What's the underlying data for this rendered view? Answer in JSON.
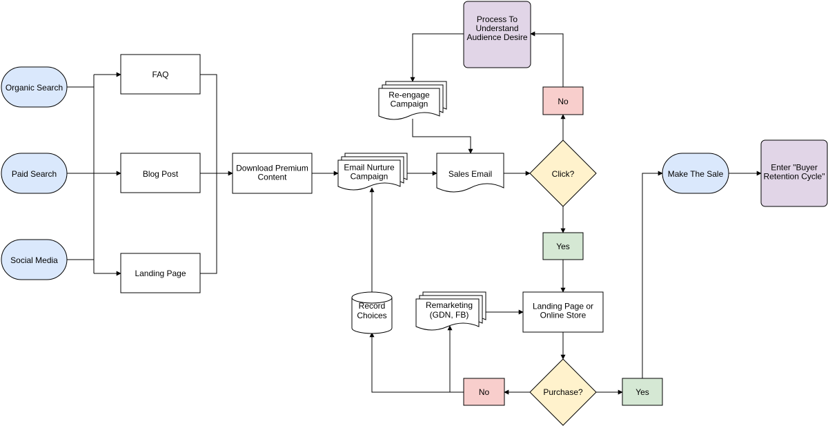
{
  "colors": {
    "stroke": "#000000",
    "terminal_fill": "#dae8fc",
    "terminal_stroke": "#6c8ebf",
    "process_fill": "#ffffff",
    "decision_fill": "#fff2cc",
    "decision_stroke": "#d6b656",
    "yes_fill": "#d5e8d4",
    "yes_stroke": "#82b366",
    "no_fill": "#f8cecc",
    "no_stroke": "#b85450",
    "purple_fill": "#e1d5e7",
    "purple_stroke": "#9673a6"
  },
  "nodes": {
    "organic_search": "Organic Search",
    "paid_search": "Paid Search",
    "social_media": "Social Media",
    "faq": "FAQ",
    "blog_post": "Blog Post",
    "landing_page": "Landing Page",
    "download_premium": [
      "Download Premium",
      "Content"
    ],
    "email_nurture": [
      "Email Nurture",
      "Campaign"
    ],
    "sales_email": "Sales Email",
    "click": "Click?",
    "no_top": "No",
    "process_understand": [
      "Process To",
      "Understand",
      "Audience Desire"
    ],
    "reengage": [
      "Re-engage",
      "Campaign"
    ],
    "yes_mid": "Yes",
    "landing_or_store": [
      "Landing Page or",
      "Online Store"
    ],
    "remarketing": [
      "Remarketing",
      "(GDN, FB)"
    ],
    "record_choices": [
      "Record",
      "Choices"
    ],
    "purchase": "Purchase?",
    "no_bottom": "No",
    "yes_bottom": "Yes",
    "make_sale": "Make The Sale",
    "buyer_retention": [
      "Enter \"Buyer",
      "Retention Cycle\""
    ]
  }
}
